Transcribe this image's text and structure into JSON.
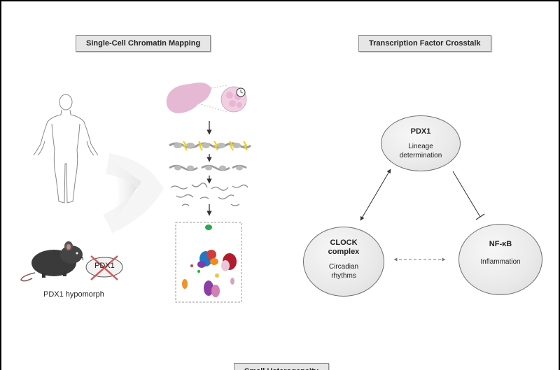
{
  "sections": {
    "left": "Single-Cell Chromatin Mapping",
    "right": "Transcription Factor Crosstalk",
    "bottom": "Small Heterogeneity"
  },
  "mouse": {
    "gene_label": "PDX1",
    "caption": "PDX1 hypomorph"
  },
  "nodes": {
    "pdx1": {
      "title": "PDX1",
      "sub_line1": "Lineage",
      "sub_line2": "determination"
    },
    "clock": {
      "title_line1": "CLOCK",
      "title_line2": "complex",
      "sub_line1": "Circadian",
      "sub_line2": "rhythms"
    },
    "nfkb": {
      "title": "NF-κB",
      "sub_line1": "Inflammation"
    }
  },
  "colors": {
    "node_border": "#6f6f6f",
    "label_bg": "#e6e6e6",
    "pancreas": "#e5b8d4",
    "chromatin_mark": "#f2d21b"
  }
}
